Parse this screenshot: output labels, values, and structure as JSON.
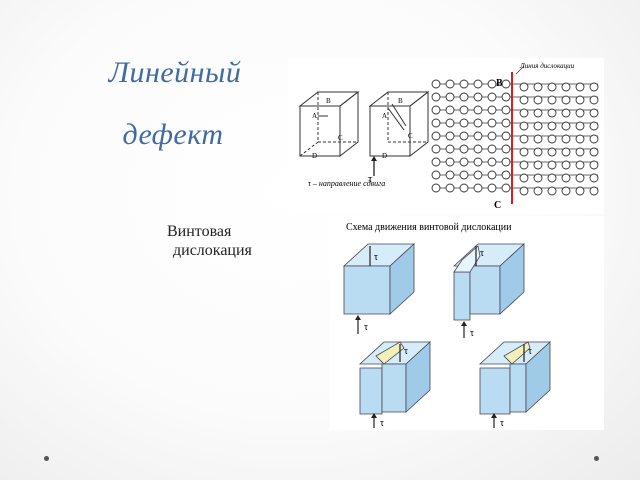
{
  "slide": {
    "title_line1": "Линейный",
    "title_line2": "дефект",
    "subtitle_line1": "Винтовая",
    "subtitle_line2": "дислокация"
  },
  "figure_top": {
    "label_tau_caption": "τ – направление сдвига",
    "label_line": "Линия дислокации",
    "label_B": "B",
    "label_C": "C",
    "cube_labels": {
      "A": "A",
      "B": "B",
      "C": "C",
      "D": "D"
    },
    "tau": "τ",
    "line_color": "#d42020"
  },
  "figure_bottom": {
    "title": "Схема движения винтовой дислокации",
    "tau": "τ",
    "block_color": "#b9dcf2"
  }
}
